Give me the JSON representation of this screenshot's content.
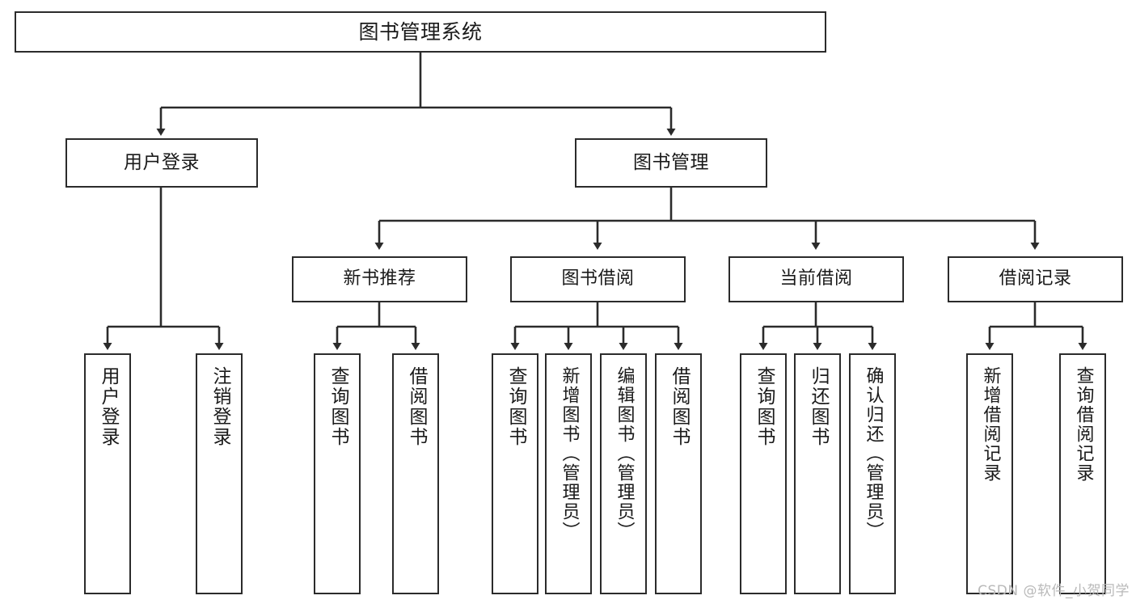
{
  "diagram": {
    "type": "tree-hierarchy",
    "title": "图书管理系统",
    "watermark": "CSDN @软件_小贺同学",
    "root": {
      "id": "root",
      "label": "图书管理系统",
      "level": 0
    },
    "level1": [
      {
        "id": "user-login",
        "label": "用户登录",
        "level": 1
      },
      {
        "id": "book-management",
        "label": "图书管理",
        "level": 1
      }
    ],
    "level2": [
      {
        "id": "new-book-recommend",
        "label": "新书推荐",
        "level": 2,
        "parent": "book-management"
      },
      {
        "id": "book-borrow",
        "label": "图书借阅",
        "level": 2,
        "parent": "book-management"
      },
      {
        "id": "current-borrow",
        "label": "当前借阅",
        "level": 2,
        "parent": "book-management"
      },
      {
        "id": "borrow-record",
        "label": "借阅记录",
        "level": 2,
        "parent": "book-management"
      }
    ],
    "leaves": [
      {
        "id": "leaf-user-login",
        "label": "用户登录",
        "parent": "user-login"
      },
      {
        "id": "leaf-logout",
        "label": "注销登录",
        "parent": "user-login"
      },
      {
        "id": "leaf-query-book-1",
        "label": "查询图书",
        "parent": "new-book-recommend"
      },
      {
        "id": "leaf-borrow-book-1",
        "label": "借阅图书",
        "parent": "new-book-recommend"
      },
      {
        "id": "leaf-query-book-2",
        "label": "查询图书",
        "parent": "book-borrow"
      },
      {
        "id": "leaf-add-book",
        "label": "新增图书（管理员）",
        "parent": "book-borrow"
      },
      {
        "id": "leaf-edit-book",
        "label": "编辑图书（管理员）",
        "parent": "book-borrow"
      },
      {
        "id": "leaf-borrow-book-2",
        "label": "借阅图书",
        "parent": "book-borrow"
      },
      {
        "id": "leaf-query-book-3",
        "label": "查询图书",
        "parent": "current-borrow"
      },
      {
        "id": "leaf-return-book",
        "label": "归还图书",
        "parent": "current-borrow"
      },
      {
        "id": "leaf-confirm-return",
        "label": "确认归还（管理员）",
        "parent": "current-borrow"
      },
      {
        "id": "leaf-add-record",
        "label": "新增借阅记录",
        "parent": "borrow-record"
      },
      {
        "id": "leaf-query-record",
        "label": "查询借阅记录",
        "parent": "borrow-record"
      }
    ],
    "colors": {
      "stroke": "#2b2b2b",
      "fill": "#ffffff",
      "text": "#1a1a1a",
      "watermark": "#b9b9b9"
    }
  }
}
